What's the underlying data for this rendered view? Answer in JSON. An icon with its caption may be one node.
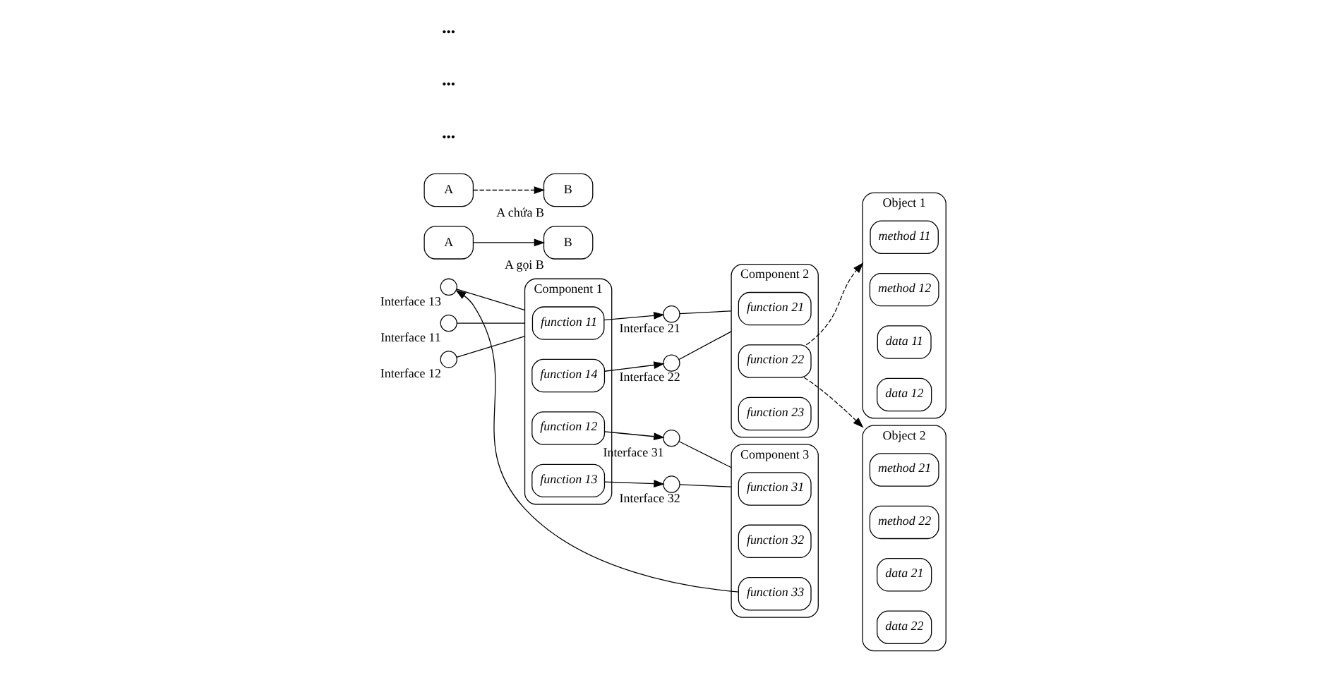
{
  "diagram": {
    "nodes": [
      {
        "text": [
          "Component 1"
        ]
      },
      {
        "text": [
          "function 11"
        ],
        "in": 0
      },
      {
        "text": [
          "function 12"
        ],
        "in": 0
      },
      {
        "text": [
          "function 13"
        ],
        "in": 0
      },
      {
        "text": [
          "function 14"
        ],
        "in": 0
      },
      {
        "text": [],
        "shape": "circle",
        "beside": [
          "Interface 11"
        ]
      },
      {
        "text": [],
        "shape": "circle",
        "beside": [
          "Interface 12"
        ]
      },
      {
        "text": [],
        "shape": "circle",
        "beside": [
          "Interface 13"
        ]
      },
      {
        "text": [
          "Component 2"
        ]
      },
      {
        "text": [
          "function 21"
        ],
        "in": 8
      },
      {
        "text": [
          "function 22"
        ],
        "in": 8
      },
      {
        "text": [
          "function 23"
        ],
        "in": 8
      },
      {
        "text": [],
        "shape": "circle",
        "beside": [
          "Interface 21"
        ]
      },
      {
        "text": [],
        "shape": "circle",
        "beside": [
          "Interface 22"
        ]
      },
      {
        "text": [
          "Component 3"
        ]
      },
      {
        "text": [
          "function 31"
        ],
        "in": 14
      },
      {
        "text": [
          "function 32"
        ],
        "in": 14
      },
      {
        "text": [
          "function 33"
        ],
        "in": 14
      },
      {
        "text": [],
        "shape": "circle",
        "beside": [
          "Interface 31"
        ]
      },
      {
        "text": [],
        "shape": "circle",
        "beside": [
          "Interface 32"
        ]
      },
      {
        "text": [
          "Object 1"
        ]
      },
      {
        "text": [
          "method 11"
        ],
        "in": 20
      },
      {
        "text": [
          "method 12"
        ],
        "in": 20
      },
      {
        "text": [
          "data 11"
        ],
        "in": 20
      },
      {
        "text": [
          "data 12"
        ],
        "in": 20
      },
      {
        "text": [
          "Object 2"
        ]
      },
      {
        "text": [
          "method 21"
        ],
        "in": 25
      },
      {
        "text": [
          "method 22"
        ],
        "in": 25
      },
      {
        "text": [
          "data 21"
        ],
        "in": 25
      },
      {
        "text": [
          "data 22"
        ],
        "in": 25
      },
      {
        "text": [
          "A"
        ]
      },
      {
        "text": [
          "B"
        ],
        "beside": [
          "A gọi B"
        ]
      },
      {
        "text": [
          "A"
        ]
      },
      {
        "text": [
          "B"
        ],
        "beside": [
          "A chứa B"
        ]
      }
    ],
    "edges": [
      {
        "from": 5,
        "to": 0,
        "arrow": "none"
      },
      {
        "from": 6,
        "to": 0,
        "arrow": "none"
      },
      {
        "from": 7,
        "to": 0,
        "arrow": "none"
      },
      {
        "from": 12,
        "to": 8,
        "arrow": "none"
      },
      {
        "from": 13,
        "to": 8,
        "arrow": "none"
      },
      {
        "from": 18,
        "to": 14,
        "arrow": "none"
      },
      {
        "from": 19,
        "to": 14,
        "arrow": "none"
      },
      {
        "from": 1,
        "to": 12,
        "arrow": "to"
      },
      {
        "from": 2,
        "to": 18,
        "arrow": "to"
      },
      {
        "from": 3,
        "to": 19,
        "arrow": "to"
      },
      {
        "from": 4,
        "to": 13,
        "arrow": "to"
      },
      {
        "from": 10,
        "to": 20,
        "arrow": "to",
        "style": "dashed"
      },
      {
        "from": 10,
        "to": 25,
        "arrow": "to",
        "style": "dashed"
      },
      {
        "from": 17,
        "to": 7,
        "arrow": "to"
      },
      {
        "from": 30,
        "to": 31,
        "arrow": "to"
      },
      {
        "from": 32,
        "to": 33,
        "arrow": "to",
        "style": "dashed"
      }
    ],
    "labels": [
      "•••",
      "•••",
      "•••"
    ]
  }
}
